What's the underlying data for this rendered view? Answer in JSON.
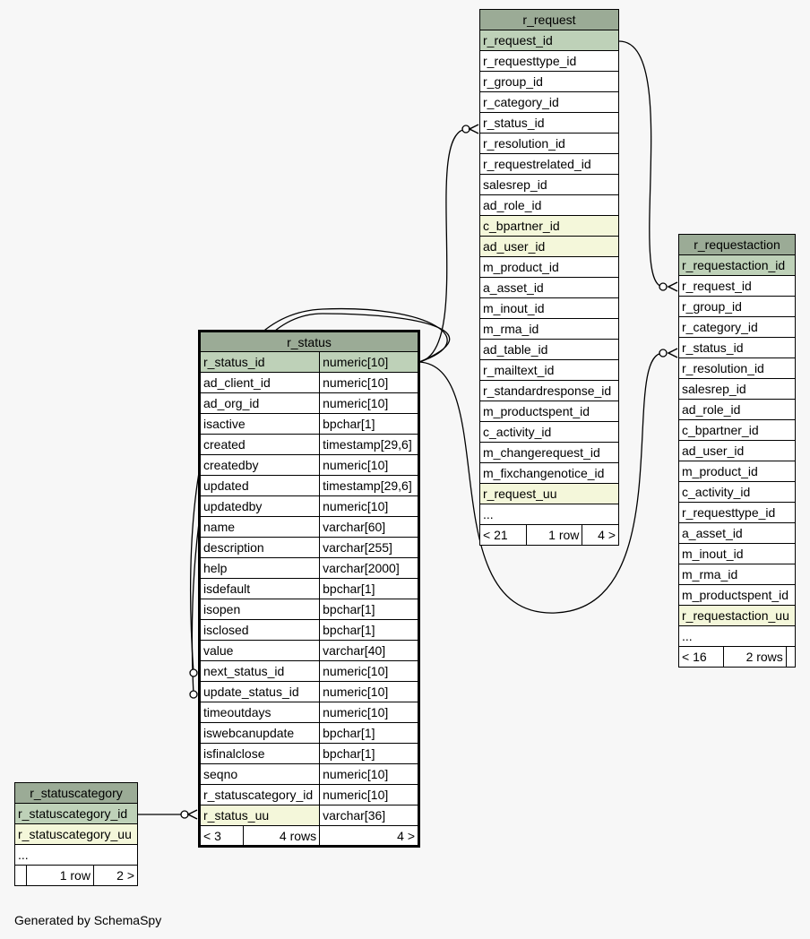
{
  "tables": {
    "r_request": {
      "title": "r_request",
      "columns": [
        "r_request_id",
        "r_requesttype_id",
        "r_group_id",
        "r_category_id",
        "r_status_id",
        "r_resolution_id",
        "r_requestrelated_id",
        "salesrep_id",
        "ad_role_id",
        "c_bpartner_id",
        "ad_user_id",
        "m_product_id",
        "a_asset_id",
        "m_inout_id",
        "m_rma_id",
        "ad_table_id",
        "r_mailtext_id",
        "r_standardresponse_id",
        "m_productspent_id",
        "c_activity_id",
        "m_changerequest_id",
        "m_fixchangenotice_id",
        "r_request_uu",
        "..."
      ],
      "footer": {
        "parents": "< 21",
        "rows": "1 row",
        "children": "4 >"
      }
    },
    "r_requestaction": {
      "title": "r_requestaction",
      "columns": [
        "r_requestaction_id",
        "r_request_id",
        "r_group_id",
        "r_category_id",
        "r_status_id",
        "r_resolution_id",
        "salesrep_id",
        "ad_role_id",
        "c_bpartner_id",
        "ad_user_id",
        "m_product_id",
        "c_activity_id",
        "r_requesttype_id",
        "a_asset_id",
        "m_inout_id",
        "m_rma_id",
        "m_productspent_id",
        "r_requestaction_uu",
        "..."
      ],
      "footer": {
        "parents": "< 16",
        "rows": "2 rows",
        "children": ""
      }
    },
    "r_status": {
      "title": "r_status",
      "columns": [
        [
          "r_status_id",
          "numeric[10]"
        ],
        [
          "ad_client_id",
          "numeric[10]"
        ],
        [
          "ad_org_id",
          "numeric[10]"
        ],
        [
          "isactive",
          "bpchar[1]"
        ],
        [
          "created",
          "timestamp[29,6]"
        ],
        [
          "createdby",
          "numeric[10]"
        ],
        [
          "updated",
          "timestamp[29,6]"
        ],
        [
          "updatedby",
          "numeric[10]"
        ],
        [
          "name",
          "varchar[60]"
        ],
        [
          "description",
          "varchar[255]"
        ],
        [
          "help",
          "varchar[2000]"
        ],
        [
          "isdefault",
          "bpchar[1]"
        ],
        [
          "isopen",
          "bpchar[1]"
        ],
        [
          "isclosed",
          "bpchar[1]"
        ],
        [
          "value",
          "varchar[40]"
        ],
        [
          "next_status_id",
          "numeric[10]"
        ],
        [
          "update_status_id",
          "numeric[10]"
        ],
        [
          "timeoutdays",
          "numeric[10]"
        ],
        [
          "iswebcanupdate",
          "bpchar[1]"
        ],
        [
          "isfinalclose",
          "bpchar[1]"
        ],
        [
          "seqno",
          "numeric[10]"
        ],
        [
          "r_statuscategory_id",
          "numeric[10]"
        ],
        [
          "r_status_uu",
          "varchar[36]"
        ]
      ],
      "footer": {
        "parents": "< 3",
        "rows": "4 rows",
        "children": "4 >"
      }
    },
    "r_statuscategory": {
      "title": "r_statuscategory",
      "columns": [
        "r_statuscategory_id",
        "r_statuscategory_uu",
        "..."
      ],
      "footer": {
        "parents": "",
        "rows": "1 row",
        "children": "2 >"
      }
    }
  },
  "footer_text": "Generated by SchemaSpy",
  "colors": {
    "header": "#9bab96",
    "pk": "#bed1b8",
    "uu": "#f4f7da",
    "background": "#f7f7f7"
  }
}
